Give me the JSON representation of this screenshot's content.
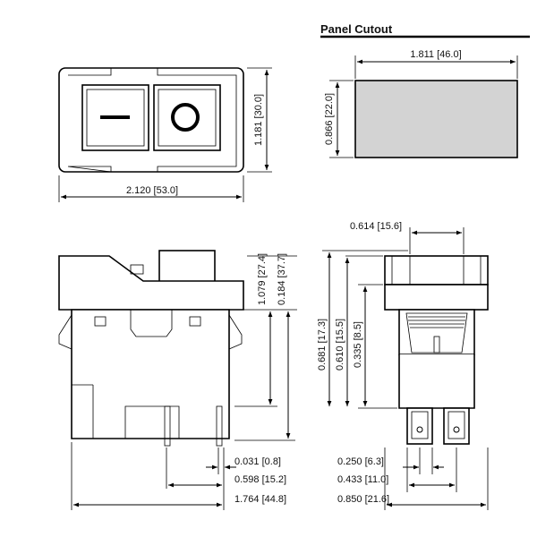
{
  "panel_cutout": {
    "title": "Panel Cutout",
    "width_dim": "1.811 [46.0]",
    "height_dim": "0.866 [22.0]",
    "fill_color": "#d3d3d3"
  },
  "front_view": {
    "on_symbol": "I",
    "off_symbol": "O",
    "height_dim": "1.181 [30.0]",
    "width_dim": "2.120 [53.0]"
  },
  "side_view": {
    "total_height_dim": "1.079 [27.4]",
    "flange_to_bottom_dim": "0.184 [37.7]",
    "terminal_pitch_small_dim": "0.031 [0.8]",
    "terminal_span_dim": "0.598 [15.2]",
    "overall_width_dim": "1.764 [44.8]"
  },
  "end_view": {
    "actuator_width_dim": "0.614 [15.6]",
    "height_a_dim": "0.681 [17.3]",
    "height_b_dim": "0.610 [15.5]",
    "height_c_dim": "0.335 [8.5]",
    "terminal_width_dim": "0.250 [6.3]",
    "terminal_pitch_dim": "0.433 [11.0]",
    "overall_width_dim": "0.850 [21.6]"
  },
  "colors": {
    "line": "#000000",
    "background": "#ffffff"
  }
}
